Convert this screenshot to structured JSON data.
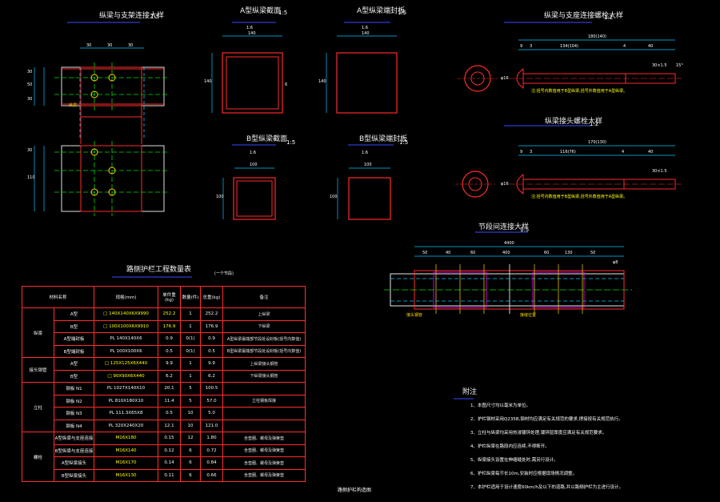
{
  "titles": {
    "beam_detail": "纵梁与支架连接大样",
    "beam_detail_scale": "1:5",
    "a_section": "A型纵梁截面",
    "a_section_scale": "1:5",
    "a_section_sub": "1:6",
    "a_plate": "A型纵梁端封板",
    "a_plate_scale": "1:5",
    "a_plate_sub": "1:6",
    "b_section": "B型纵梁截面",
    "b_section_scale": "1:5",
    "b_section_sub": "1:6",
    "b_plate": "B型纵梁端封板",
    "b_plate_scale": "1:5",
    "b_plate_sub": "1:6",
    "bolt1": "纵梁与支座连接螺栓大样",
    "bolt1_scale": "1:2",
    "bolt2": "纵梁接头螺栓大样",
    "bolt2_scale": "1:2",
    "joint": "节段间连接大样",
    "joint_scale": "1:5",
    "table": "路侧护栏工程数量表",
    "table_sub": "(一个节段)",
    "notes_head": "附注",
    "footer": "路侧护栏构造图"
  },
  "dims": {
    "a_section_w": "140",
    "a_section_h": "140",
    "a_section_t": "6",
    "a_plate_w": "140",
    "a_plate_h": "140",
    "b_section_w": "100",
    "b_section_h": "100",
    "b_plate_w": "100",
    "b_plate_h": "100",
    "beam_top": [
      "30",
      "30",
      "30"
    ],
    "beam_side_top": [
      "30",
      "50",
      "30"
    ],
    "beam_side_bot": [
      "30",
      "110"
    ],
    "bolt1_len": "180(140)",
    "bolt1_parts": [
      "9",
      "3",
      "134(104)",
      "4",
      "40"
    ],
    "bolt1_dia": "φ16",
    "bolt1_thread": "30×1.5",
    "bolt1_angle": "15°",
    "bolt2_len": "170(130)",
    "bolt2_parts": [
      "9",
      "3",
      "116(76)",
      "4",
      "40"
    ],
    "bolt2_dia": "φ16",
    "bolt2_thread": "30×1.5",
    "joint_total": "4400",
    "joint_parts": [
      "50",
      "40",
      "60",
      "400",
      "60",
      "130",
      "50"
    ],
    "joint_end": "φ8"
  },
  "notes": {
    "bolt1": "注:括号内数值用于B型纵梁,括号外数值用于A型纵梁。",
    "bolt2": "注:括号内数值用于B型纵梁,括号外数值用于A型纵梁。",
    "beam_label": "纵梁",
    "joint_left": "接头钢管",
    "joint_right": "接缝位置"
  },
  "table": {
    "headers": [
      "材料名称",
      "规格(mm)",
      "单件重(kg)",
      "数量(件)",
      "总重(kg)",
      "备注"
    ],
    "groups": [
      {
        "name": "纵梁",
        "rows": [
          {
            "item": "A型",
            "spec": "□ 140X140X6X9990",
            "unit": "252.2",
            "qty": "1",
            "total": "252.2",
            "remark": "上纵梁"
          },
          {
            "item": "B型",
            "spec": "□ 100X100X6X9910",
            "unit": "176.9",
            "qty": "1",
            "total": "176.9",
            "remark": "下纵梁"
          },
          {
            "item": "A型端封板",
            "spec": "PL 140X140X6",
            "unit": "0.9",
            "qty": "0(1)",
            "total": "0.9",
            "remark": "A型纵梁最端部节段处设封板(括号内数值)"
          },
          {
            "item": "B型端封板",
            "spec": "PL 100X100X6",
            "unit": "0.5",
            "qty": "0(1)",
            "total": "0.5",
            "remark": "B型纵梁最端部节段处设封板(括号内数值)"
          }
        ]
      },
      {
        "name": "接头钢管",
        "rows": [
          {
            "item": "A型",
            "spec": "□ 125X125X6X440",
            "unit": "9.9",
            "qty": "1",
            "total": "9.9",
            "remark": "上纵梁接头钢管"
          },
          {
            "item": "B型",
            "spec": "□ 90X90X6X440",
            "unit": "6.2",
            "qty": "1",
            "total": "6.2",
            "remark": "下纵梁接头钢管"
          }
        ]
      },
      {
        "name": "立柱",
        "rows": [
          {
            "item": "钢板 N1",
            "spec": "PL 1027X140X10",
            "unit": "20.1",
            "qty": "5",
            "total": "100.5",
            "remark": ""
          },
          {
            "item": "钢板 N2",
            "spec": "PL 810X180X10",
            "unit": "11.4",
            "qty": "5",
            "total": "57.0",
            "remark": "立柱钢板焊接"
          },
          {
            "item": "钢板 N3",
            "spec": "PL 111.3X65X8",
            "unit": "0.5",
            "qty": "10",
            "total": "5.0",
            "remark": ""
          },
          {
            "item": "钢板 N4",
            "spec": "PL 320X240X20",
            "unit": "12.1",
            "qty": "10",
            "total": "121.0",
            "remark": ""
          }
        ]
      },
      {
        "name": "螺栓",
        "rows": [
          {
            "item": "A型纵梁与支座连接",
            "spec": "M16X180",
            "unit": "0.15",
            "qty": "12",
            "total": "1.80",
            "remark": "含垫圈、螺母及弹簧垫"
          },
          {
            "item": "B型纵梁与支座连接",
            "spec": "M16X140",
            "unit": "0.12",
            "qty": "6",
            "total": "0.72",
            "remark": "含垫圈、螺母及弹簧垫"
          },
          {
            "item": "A型纵梁接头",
            "spec": "M16X170",
            "unit": "0.14",
            "qty": "6",
            "total": "0.84",
            "remark": "含垫圈、螺母及弹簧垫"
          },
          {
            "item": "B型纵梁接头",
            "spec": "M16X130",
            "unit": "0.11",
            "qty": "6",
            "total": "0.66",
            "remark": "含垫圈、螺母及弹簧垫"
          }
        ]
      }
    ]
  },
  "footnotes": [
    "1、本图尺寸均以毫米为单位。",
    "2、护栏钢材采用Q235B,钢材均应满足有关规范的要求,焊接按有关规范执行。",
    "3、立柱与纵梁均采用热浸镀锌处理,镀锌层厚度应满足有关规范要求。",
    "4、护栏纵梁在路段内应连续,不得断开。",
    "5、纵梁接头设置在伸缩缝处时,需另行设计。",
    "6、护栏纵梁每节长10m,安装时应根据现场情况调整。",
    "7、本护栏适用于设计速度60km/h及以下的道路,并以路侧护栏为主进行设计。"
  ]
}
